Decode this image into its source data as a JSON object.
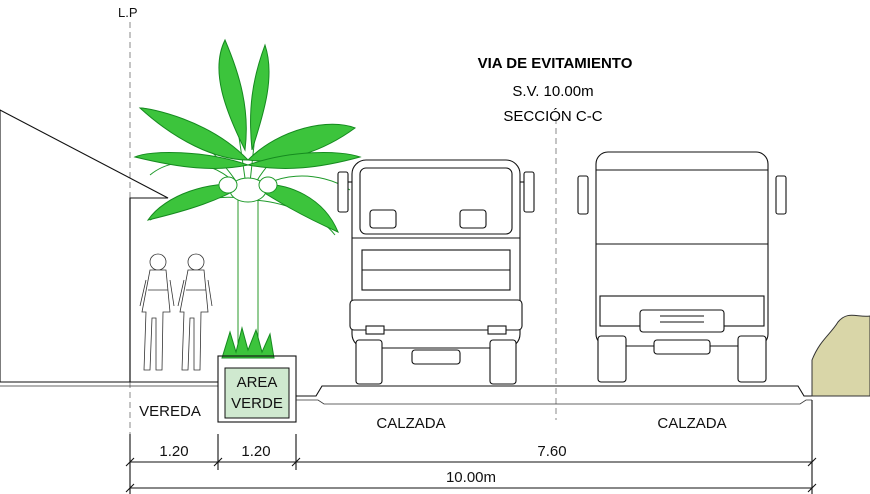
{
  "title": "VIA DE EVITAMIENTO",
  "subtitle_width": "S.V. 10.00m",
  "subtitle_section": "SECCIÓN C-C",
  "property_line_label": "L.P",
  "green_area_label_line1": "AREA",
  "green_area_label_line2": "VERDE",
  "zones": {
    "sidewalk": "VEREDA",
    "roadway_left": "CALZADA",
    "roadway_right": "CALZADA"
  },
  "dimensions": {
    "sidewalk": "1.20",
    "green_area": "1.20",
    "roadway": "7.60",
    "total": "10.00m"
  },
  "colors": {
    "foliage": "#2eb82e",
    "green_area_fill": "#cfe9cf",
    "terrain_fill": "#d9d6a8",
    "line": "#111111"
  }
}
